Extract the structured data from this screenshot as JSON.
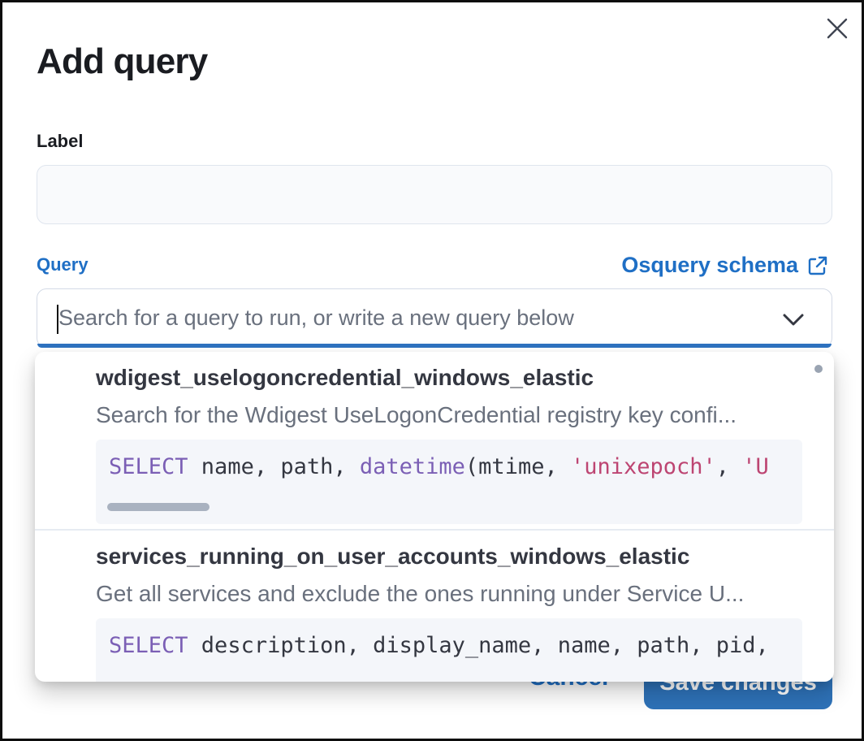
{
  "modal": {
    "title": "Add query"
  },
  "form": {
    "label_field": {
      "label": "Label",
      "value": "",
      "placeholder": ""
    },
    "query_field": {
      "label": "Query",
      "schema_link_label": "Osquery schema",
      "search_value": "",
      "search_placeholder": "Search for a query to run, or write a new query below"
    }
  },
  "dropdown": {
    "options": [
      {
        "title": "wdigest_uselogoncredential_windows_elastic",
        "description": "Search for the Wdigest UseLogonCredential registry key confi...",
        "code_tokens": {
          "kw1": "SELECT",
          "p1": " name, path, ",
          "fn1": "datetime",
          "p2": "(mtime, ",
          "s1": "'unixepoch'",
          "p3": ", ",
          "s2": "'U"
        }
      },
      {
        "title": "services_running_on_user_accounts_windows_elastic",
        "description": "Get all services and exclude the ones running under Service U...",
        "code_tokens": {
          "kw1": "SELECT",
          "p1": " description, display_name, name, path, pid,"
        }
      }
    ]
  },
  "footer": {
    "cancel_label": "Cancel",
    "save_label": "Save changes"
  },
  "icons": {
    "close": "close-icon",
    "chevron": "chevron-down-icon",
    "external_link": "external-link-icon"
  },
  "colors": {
    "link_blue": "#1f6fc5",
    "button_blue": "#2e72b8",
    "focus_underline": "#2e72c0",
    "title_text": "#1a1c21",
    "body_text": "#343741",
    "muted_text": "#69707d",
    "code_background": "#f4f6fa",
    "code_keyword": "#7b5fb5",
    "code_string": "#bd4572",
    "input_border": "#d3dae6"
  }
}
